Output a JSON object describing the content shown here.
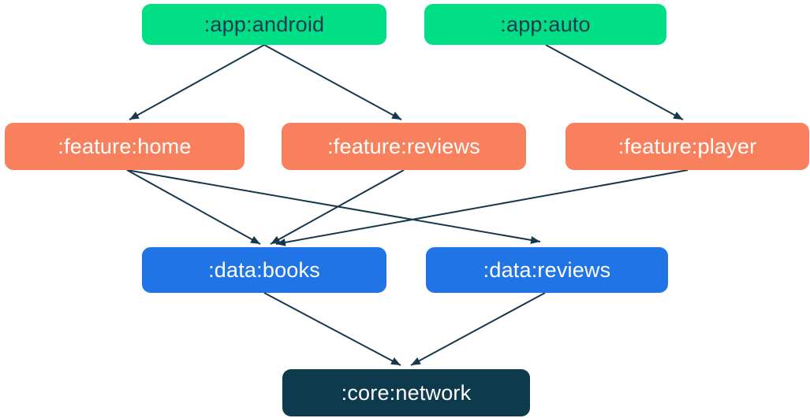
{
  "palette": {
    "background": "#ffffff",
    "app_node_fill": "#00de86",
    "feature_node_fill": "#f9805d",
    "data_node_fill": "#2174e6",
    "core_node_fill": "#0e3a4d",
    "app_node_text": "#1b3a4f",
    "light_node_text": "#ffffff",
    "edge_color": "#16384c"
  },
  "nodes": [
    {
      "id": "app-android",
      "label": ":app:android",
      "group": "app"
    },
    {
      "id": "app-auto",
      "label": ":app:auto",
      "group": "app"
    },
    {
      "id": "feature-home",
      "label": ":feature:home",
      "group": "feature"
    },
    {
      "id": "feature-reviews",
      "label": ":feature:reviews",
      "group": "feature"
    },
    {
      "id": "feature-player",
      "label": ":feature:player",
      "group": "feature"
    },
    {
      "id": "data-books",
      "label": ":data:books",
      "group": "data"
    },
    {
      "id": "data-reviews",
      "label": ":data:reviews",
      "group": "data"
    },
    {
      "id": "core-network",
      "label": ":core:network",
      "group": "core"
    }
  ],
  "edges": [
    {
      "from": ":app:android",
      "to": ":feature:home"
    },
    {
      "from": ":app:android",
      "to": ":feature:reviews"
    },
    {
      "from": ":app:auto",
      "to": ":feature:player"
    },
    {
      "from": ":feature:home",
      "to": ":data:books"
    },
    {
      "from": ":feature:home",
      "to": ":data:reviews"
    },
    {
      "from": ":feature:reviews",
      "to": ":data:books"
    },
    {
      "from": ":feature:player",
      "to": ":data:books"
    },
    {
      "from": ":data:books",
      "to": ":core:network"
    },
    {
      "from": ":data:reviews",
      "to": ":core:network"
    }
  ]
}
